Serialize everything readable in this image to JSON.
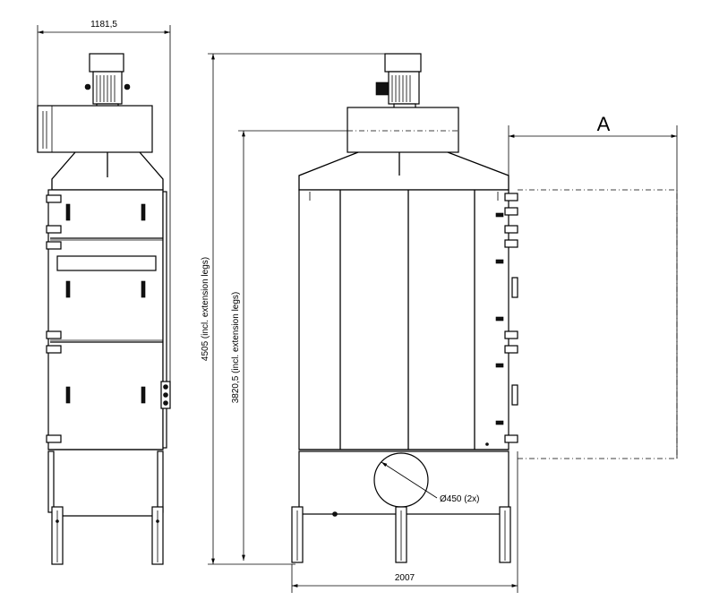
{
  "dimensions": {
    "side_width": "1181,5",
    "total_height": "4505 (incl. extension legs)",
    "height_to_top": "3820,5 (incl. extension legs)",
    "front_width": "2007",
    "duct_diameter": "Ø450 (2x)",
    "clearance_label": "A"
  }
}
